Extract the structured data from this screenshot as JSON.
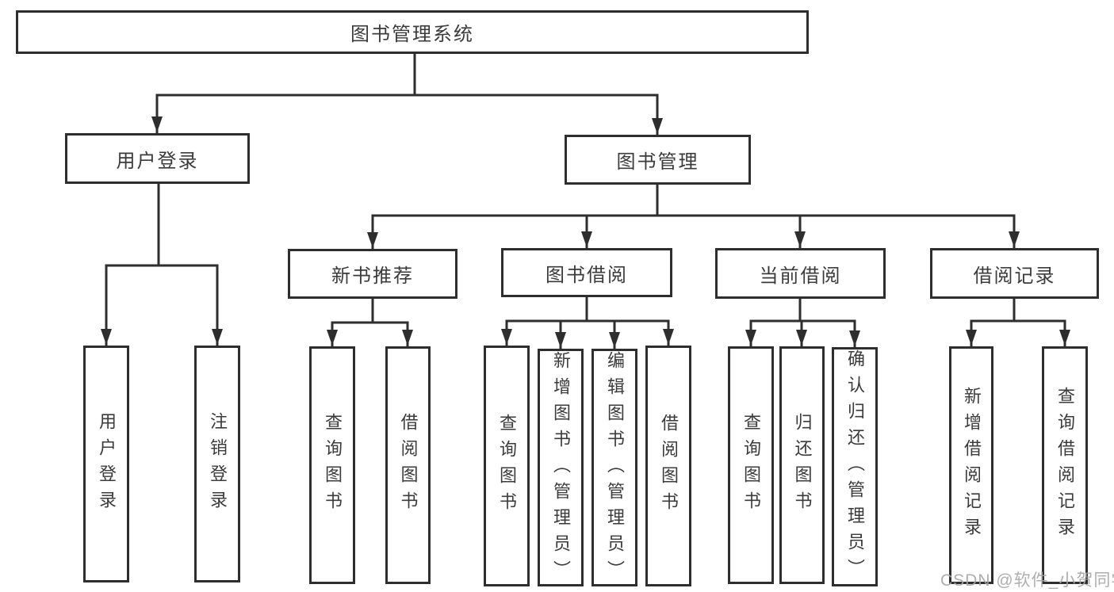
{
  "tree": {
    "root": {
      "label": "图书管理系统",
      "children": [
        {
          "label": "用户登录",
          "children": [
            {
              "label": "用户登录"
            },
            {
              "label": "注销登录"
            }
          ]
        },
        {
          "label": "图书管理",
          "children": [
            {
              "label": "新书推荐",
              "children": [
                {
                  "label": "查询图书"
                },
                {
                  "label": "借阅图书"
                }
              ]
            },
            {
              "label": "图书借阅",
              "children": [
                {
                  "label": "查询图书"
                },
                {
                  "label": "新增图书（管理员）"
                },
                {
                  "label": "编辑图书（管理员）"
                },
                {
                  "label": "借阅图书"
                }
              ]
            },
            {
              "label": "当前借阅",
              "children": [
                {
                  "label": "查询图书"
                },
                {
                  "label": "归还图书"
                },
                {
                  "label": "确认归还（管理员）"
                }
              ]
            },
            {
              "label": "借阅记录",
              "children": [
                {
                  "label": "新增借阅记录"
                },
                {
                  "label": "查询借阅记录"
                }
              ]
            }
          ]
        }
      ]
    }
  },
  "watermark": {
    "text": "CSDN @软件_小贺同学"
  },
  "colors": {
    "line": "#2e2e2e",
    "box_border": "#2e2e2e",
    "box_fill": "#ffffff",
    "text": "#3b3b3b",
    "watermark": "#a5a5a5",
    "background": "#ffffff"
  }
}
